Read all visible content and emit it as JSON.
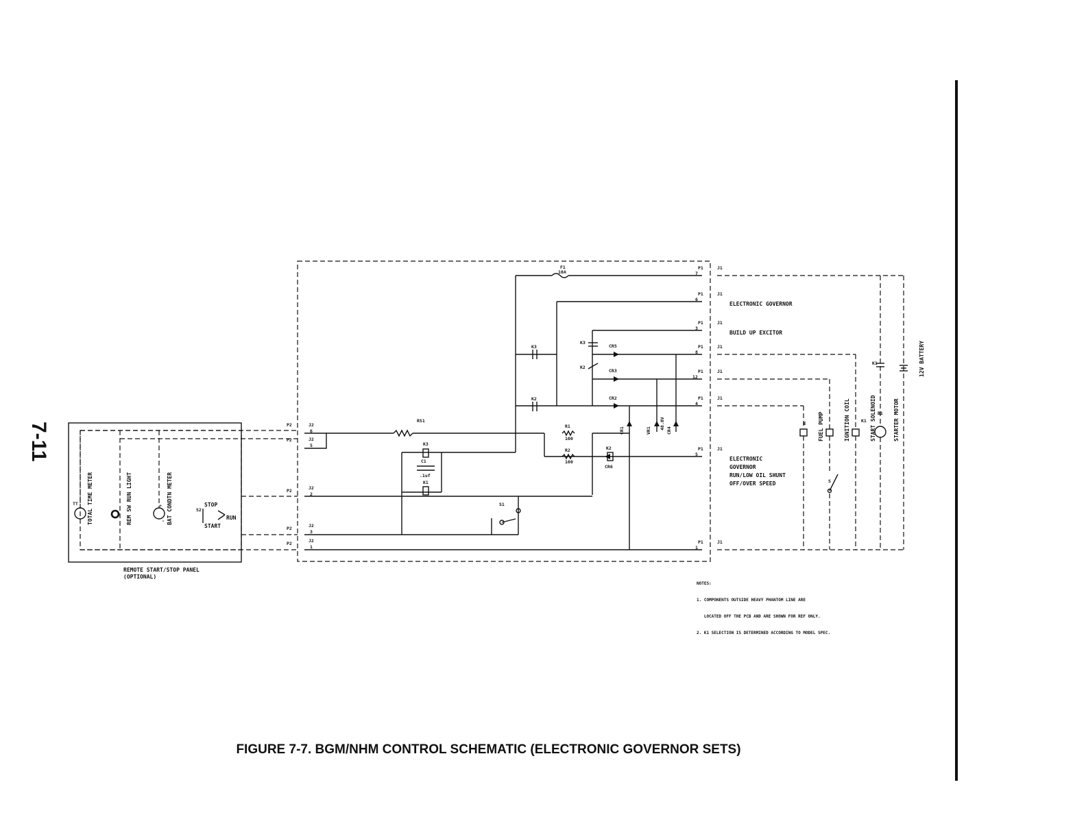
{
  "page_number": "7-11",
  "caption": "FIGURE 7-7. BGM/NHM CONTROL SCHEMATIC (ELECTRONIC GOVERNOR SETS)",
  "remote_panel": {
    "label_line1": "REMOTE START/STOP PANEL",
    "label_line2": "(OPTIONAL)",
    "total_time_meter": "TOTAL TIME METER",
    "tt_ref": "TT",
    "rem_sw_run_light": "REM SW RUN LIGHT",
    "bat_condtn_meter": "BAT CONDTN METER",
    "plus": "+",
    "minus": "-",
    "s2_ref": "S2",
    "stop": "STOP",
    "run": "RUN",
    "start": "START"
  },
  "connectors": {
    "p2": "P2",
    "j2": "J2",
    "p1": "P1",
    "j1": "J1",
    "pins_left": [
      "6",
      "5",
      "2",
      "3",
      "1"
    ],
    "pins_right": [
      "7",
      "6",
      "3",
      "8",
      "12",
      "4",
      "5",
      "1"
    ]
  },
  "components": {
    "f1": "F1",
    "f1_rating": "10A",
    "k3": "K3",
    "k2": "K2",
    "k1": "K1",
    "cr5": "CR5",
    "cr3": "CR3",
    "cr2": "CR2",
    "cr1": "CR1",
    "vr1": "VR1",
    "vr1_rating": "48.8V",
    "cr4": "CR4",
    "cr6": "CR6",
    "rs1": "RS1",
    "r1": "R1",
    "r1_value": "100",
    "r2": "R2",
    "r2_value": "100",
    "c1": "C1",
    "c1_value": ".1uf",
    "s1": "S1",
    "s_ref": "S",
    "e_ref": "E",
    "b_ref": "B1"
  },
  "outputs": {
    "electronic_governor": "ELECTRONIC GOVERNOR",
    "build_up_excitor": "BUILD UP EXCITOR",
    "governor_line1": "ELECTRONIC",
    "governor_line2": "GOVERNOR",
    "governor_line3": "RUN/LOW OIL SHUNT",
    "governor_line4": "OFF/OVER SPEED",
    "fuel_pump": "FUEL PUMP",
    "ignition_coil": "IGNITION COIL",
    "start_solenoid": "START SOLENOID",
    "starter_motor": "STARTER MOTOR",
    "battery": "12V BATTERY"
  },
  "notes": {
    "heading": "NOTES:",
    "note1a": "1. COMPONENTS OUTSIDE HEAVY PHANTOM LINE ARE",
    "note1b": "   LOCATED OFF THE PCB AND ARE SHOWN FOR REF ONLY.",
    "note2": "2. K1 SELECTION IS DETERMINED ACCORDING TO MODEL SPEC."
  }
}
